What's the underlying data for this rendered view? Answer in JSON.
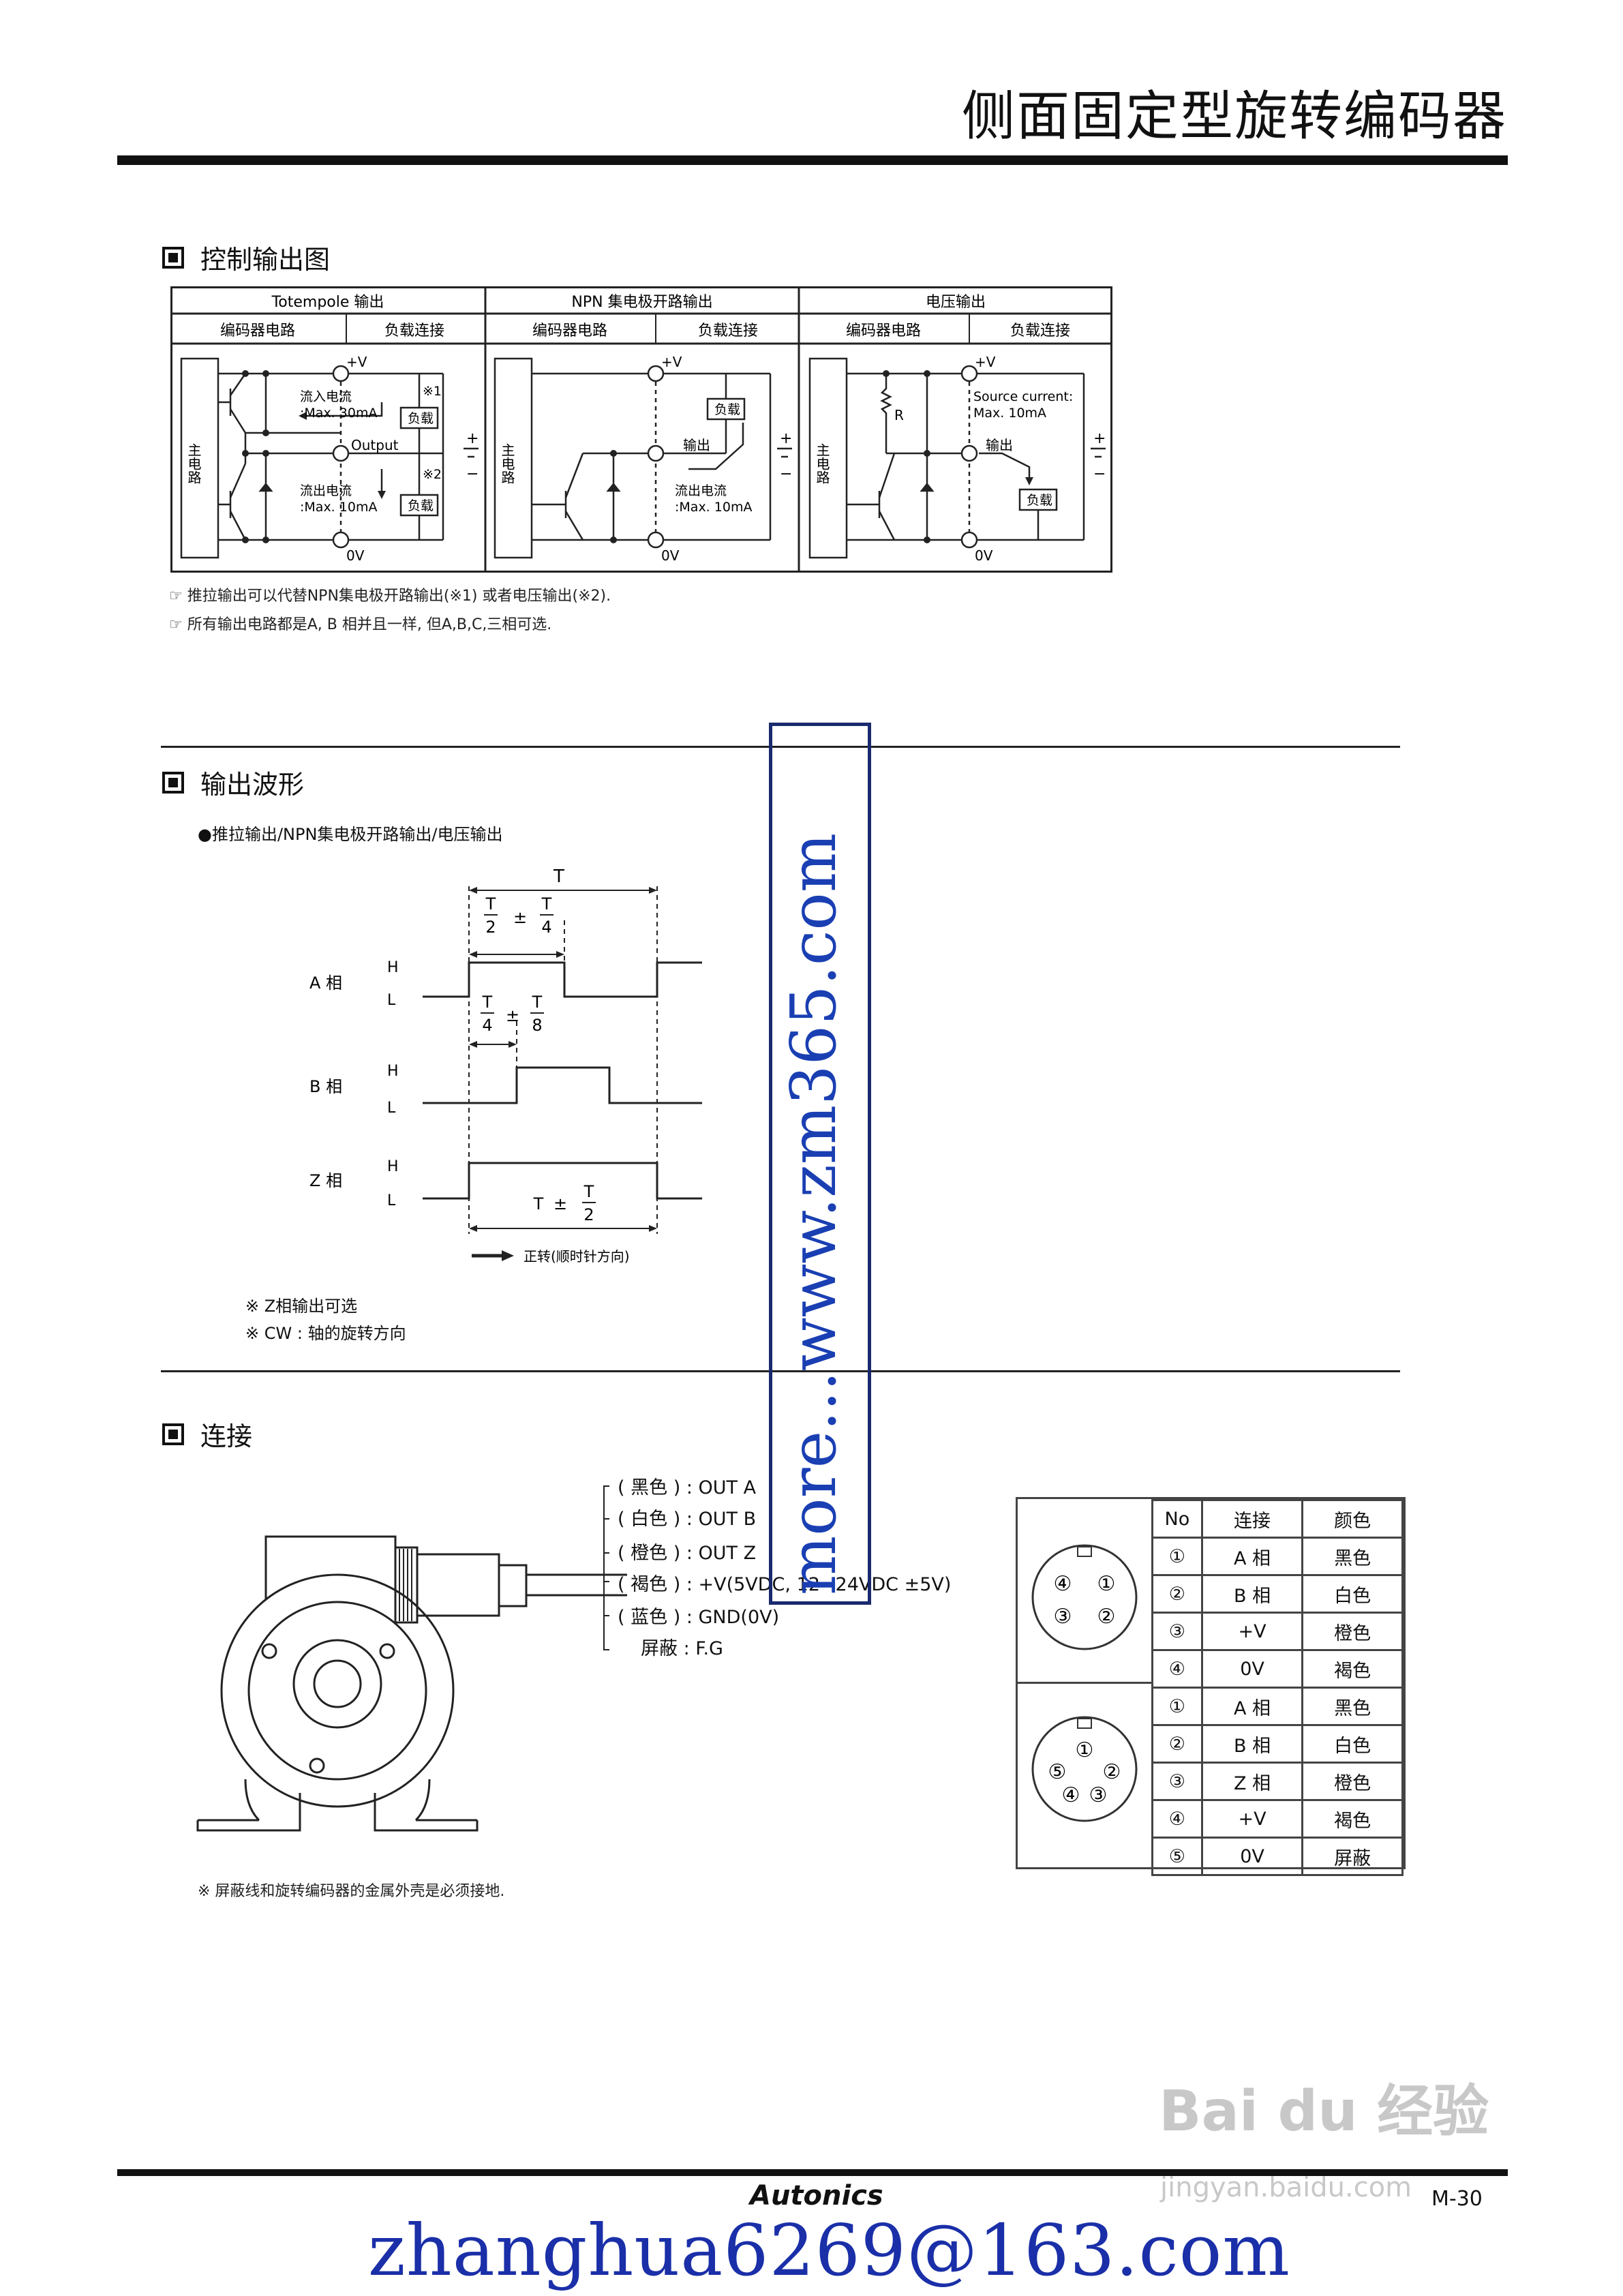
{
  "header": {
    "title": "侧面固定型旋转编码器"
  },
  "section1": {
    "title": "控制输出图",
    "columns": [
      {
        "name": "Totempole 输出",
        "sub": [
          "编码器电路",
          "负载连接"
        ]
      },
      {
        "name": "NPN 集电极开路输出",
        "sub": [
          "编码器电路",
          "负载连接"
        ]
      },
      {
        "name": "电压输出",
        "sub": [
          "编码器电路",
          "负载连接"
        ]
      }
    ],
    "labels": {
      "vplus": "+V",
      "zero_v": "0V",
      "main_circuit": "主电路",
      "load": "负载",
      "inflow": "流入电流",
      "inflow_max": ":Max. 30mA",
      "outflow": "流出电流",
      "outflow_max": ":Max. 10mA",
      "output_en": "Output",
      "output_cn": "输出",
      "ref1": "※1",
      "ref2": "※2",
      "resistor": "R",
      "source_current": "Source current:",
      "source_max": "Max. 10mA",
      "plus": "+",
      "minus": "−"
    },
    "notes": [
      "☞ 推拉输出可以代替NPN集电极开路输出(※1) 或者电压输出(※2).",
      "☞ 所有输出电路都是A, B 相并且一样, 但A,B,C,三相可选."
    ]
  },
  "section2": {
    "title": "输出波形",
    "subtitle": "●推拉输出/NPN集电极开路输出/电压输出",
    "phases": [
      "A 相",
      "B 相",
      "Z 相"
    ],
    "H": "H",
    "L": "L",
    "T": "T",
    "pm": "±",
    "frac_num": "T",
    "frac_2": "2",
    "frac_4": "4",
    "frac_8": "8",
    "direction": "正转(顺时针方向)",
    "notes": [
      "※  Z相输出可选",
      "※  CW : 轴的旋转方向"
    ]
  },
  "section3": {
    "title": "连接",
    "wires": [
      "( 黑色 ) : OUT A",
      "( 白色 ) : OUT B",
      "( 橙色 ) : OUT Z",
      "( 褐色 ) : +V(5VDC, 12~24VDC ±5V)",
      "( 蓝色 ) : GND(0V)",
      "屏蔽     : F.G"
    ],
    "note": "※ 屏蔽线和旋转编码器的金属外壳是必须接地.",
    "table_header": [
      "No",
      "连接",
      "颜色"
    ],
    "connector1": [
      [
        "①",
        "A 相",
        "黑色"
      ],
      [
        "②",
        "B 相",
        "白色"
      ],
      [
        "③",
        "+V",
        "橙色"
      ],
      [
        "④",
        "0V",
        "褐色"
      ]
    ],
    "connector2": [
      [
        "①",
        "A 相",
        "黑色"
      ],
      [
        "②",
        "B 相",
        "白色"
      ],
      [
        "③",
        "Z 相",
        "橙色"
      ],
      [
        "④",
        "+V",
        "褐色"
      ],
      [
        "⑤",
        "0V",
        "屏蔽"
      ]
    ],
    "pins1": [
      "④",
      "①",
      "③",
      "②"
    ],
    "pins2": [
      "①",
      "⑤",
      "②",
      "④",
      "③"
    ]
  },
  "footer": {
    "brand": "Autonics",
    "page": "M-30"
  },
  "overlays": {
    "watermark_vertical": "more...www.zm365.com",
    "baidu_logo": "Bai du 经验",
    "baidu_url": "jingyan.baidu.com",
    "email": "zhanghua6269@163.com"
  }
}
